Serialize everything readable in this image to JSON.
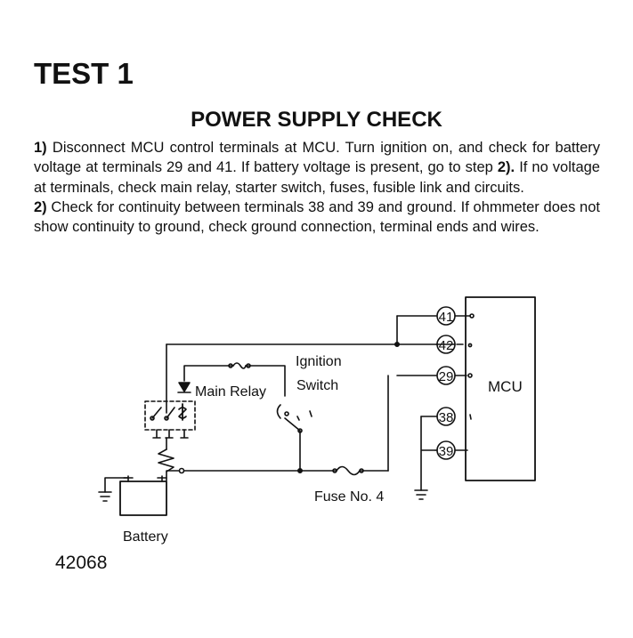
{
  "header": {
    "test_title": "TEST 1",
    "section_title": "POWER SUPPLY CHECK"
  },
  "steps": [
    {
      "number": "1)",
      "text": "Disconnect MCU control terminals at MCU. Turn ignition on, and check for battery voltage at terminals 29 and 41. If battery voltage is present, go to step",
      "ref": "2).",
      "text_after": "If no voltage at terminals, check main relay, starter switch, fuses, fusible link and circuits."
    },
    {
      "number": "2)",
      "text": "Check for continuity between terminals 38 and 39 and ground. If ohmmeter does not show continuity to ground, check ground connection, terminal ends and wires."
    }
  ],
  "diagram": {
    "labels": {
      "main_relay": "Main Relay",
      "ignition_line1": "Ignition",
      "ignition_line2": "Switch",
      "mcu": "MCU",
      "fuse": "Fuse No. 4",
      "battery": "Battery"
    },
    "terminals": [
      "41",
      "42",
      "29",
      "38",
      "39"
    ]
  },
  "figure_number": "42068"
}
